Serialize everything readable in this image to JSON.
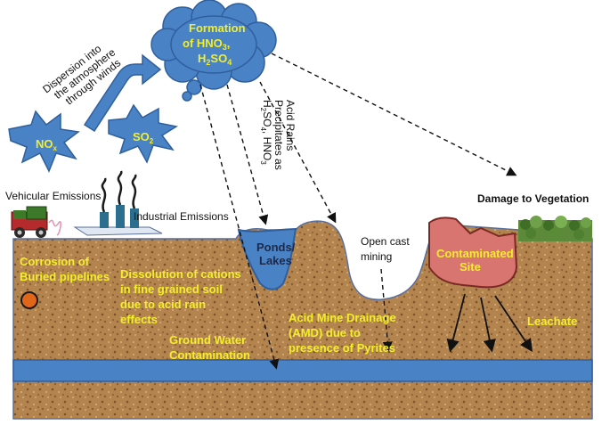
{
  "colors": {
    "soil": "#b4844f",
    "soil_dark": "#7a5128",
    "cloud": "#4a82c6",
    "cloud_stroke": "#2f5f9d",
    "water": "#4a82c6",
    "label_yellow": "#f2ef2a",
    "site_fill": "#d97570"
  },
  "cloud": {
    "line1": "Formation",
    "line2": "of HNO",
    "sub2": "3",
    "line3a": "H",
    "sub3a": "2",
    "line3b": "SO",
    "sub3b": "4",
    "comma": ","
  },
  "dispersion": {
    "line1": "Dispersion into",
    "line2": "the atmosphere",
    "line3": "through winds"
  },
  "gases": {
    "nox": "NO",
    "nox_sub": "x",
    "so2": "SO",
    "so2_sub": "2"
  },
  "acid_rain": {
    "line1a": "H",
    "line1b": "2",
    "line1c": "SO",
    "line1d": "4",
    "line1e": ", HNO",
    "line1f": "3",
    "line2": "Precipitates as",
    "line3": "Acid Rains"
  },
  "labels": {
    "vehicular": "Vehicular Emissions",
    "industrial": "Industrial Emissions",
    "damage": "Damage to Vegetation",
    "ponds_1": "Ponds/",
    "ponds_2": "Lakes",
    "opencast_1": "Open cast",
    "opencast_2": "mining",
    "contaminated_1": "Contaminated",
    "contaminated_2": "Site",
    "corrosion_1": "Corrosion of",
    "corrosion_2": "Buried pipelines",
    "dissolution_1": "Dissolution of cations",
    "dissolution_2": "in fine grained soil",
    "dissolution_3": "due to acid rain",
    "dissolution_4": "effects",
    "groundwater_1": "Ground Water",
    "groundwater_2": "Contamination",
    "amd_1": "Acid Mine Drainage",
    "amd_2": "(AMD) due to",
    "amd_3": "presence of Pyrites",
    "leachate": "Leachate"
  }
}
